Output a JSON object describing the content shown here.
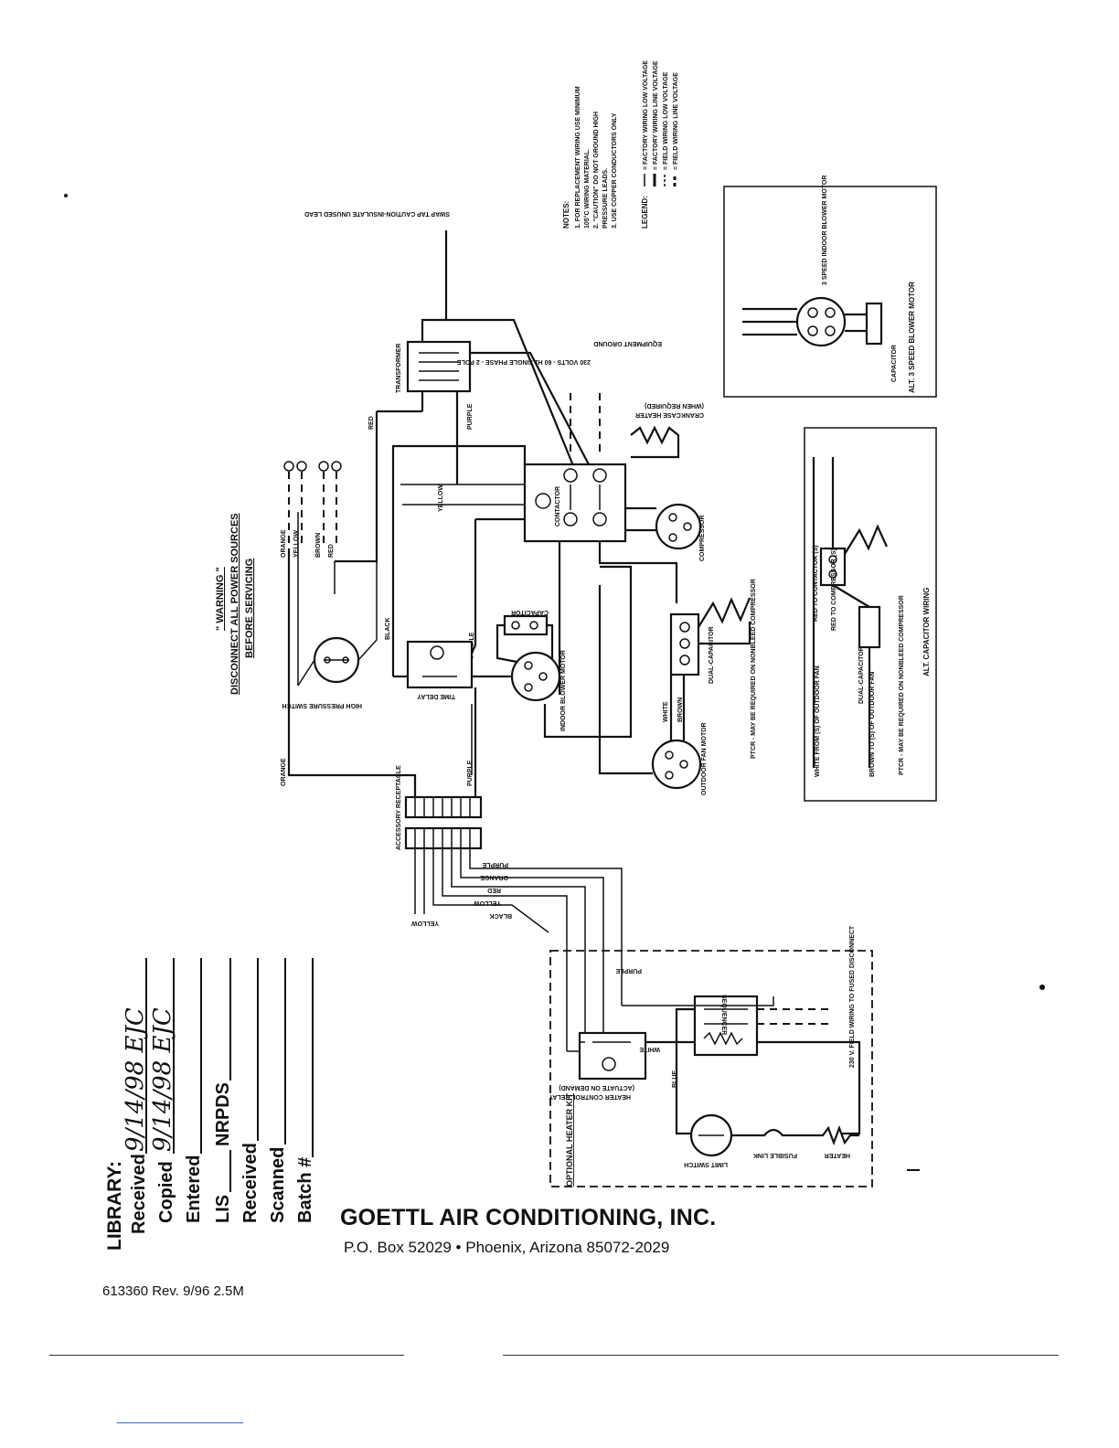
{
  "components": {
    "transformer": "TRANSFORMER",
    "contactor": "CONTACTOR",
    "compressor": "COMPRESSOR",
    "indoor_blower_motor": "INDOOR BLOWER MOTOR",
    "outdoor_fan_motor": "OUTDOOR FAN MOTOR",
    "time_delay": "TIME DELAY",
    "high_pressure_switch": "HIGH PRESSURE SWITCH",
    "capacitor": "CAPACITOR",
    "dual_capacitor": "DUAL-CAPACITOR",
    "accessory_receptacle": "ACCESSORY RECEPTACLE",
    "crankcase_heater": "CRANKCASE HEATER",
    "crankcase_heater_note": "(WHEN REQUIRED)",
    "power_supply": "230 VOLTS - 60 Hz SINGLE PHASE - 2 POLE",
    "ground": "EQUIPMENT GROUND",
    "cap_lead": "SWAP TAP CAUTION-INSULATE UNUSED LEAD",
    "heater_kit": "OPTIONAL HEATER KIT",
    "heater_control_relay": "HEATER CONTROL RELAY",
    "heater_relay_note": "(ACTUATE ON DEMAND)",
    "sequencer": "SEQUENCER",
    "field_wiring": "230 V. FIELD WIRING TO FUSED DISCONNECT",
    "heater": "HEATER",
    "fusible_link": "FUSIBLE LINK",
    "limit_switch": "LIMIT SWITCH",
    "blower_motor_3speed": "3 SPEED INDOOR BLOWER MOTOR",
    "alt_blower": "ALT. 3 SPEED BLOWER MOTOR",
    "alt_cap_wiring": "ALT. CAPACITOR WIRING",
    "ptc_note": "PTCR - MAY BE REQUIRED ON NONBLEED COMPRESSOR",
    "ptc_note_alt": "PTCR - MAY BE REQUIRED ON NONBLEED COMPRESSOR",
    "red_to_contactor": "RED TO CONTACTOR (S)",
    "red_to_compressor": "RED TO COMPRESSOR (S)",
    "white_from_outdoor": "WHITE FROM (S) OF OUTDOOR FAN",
    "brown_to_outdoor": "BROWN TO (S) OF OUTDOOR FAN"
  },
  "wire_colors": {
    "red": "RED",
    "black": "BLACK",
    "purple": "PURPLE",
    "yellow": "YELLOW",
    "brown": "BROWN",
    "orange": "ORANGE",
    "white": "WHITE",
    "blue": "BLUE"
  },
  "warning": {
    "title": "\" WARNING \"",
    "line1": "DISCONNECT ALL POWER SOURCES",
    "line2": "BEFORE SERVICING"
  },
  "notes": {
    "heading": "NOTES:",
    "n1": "1. FOR REPLACEMENT WIRING USE MINIMUM",
    "n1b": "105°C WIRING MATERIAL.",
    "n2": "2. \"CAUTION\" DO NOT GROUND HIGH",
    "n2b": "PRESSURE LEADS.",
    "n3": "3. USE COPPER CONDUCTORS ONLY",
    "legend_heading": "LEGEND:",
    "l1": "= FACTORY WIRING LOW VOLTAGE",
    "l2": "= FACTORY WIRING LINE VOLTAGE",
    "l3": "= FIELD WIRING LOW VOLTAGE",
    "l4": "= FIELD WIRING LINE VOLTAGE"
  },
  "library_stamp": {
    "library": "LIBRARY:",
    "received": "Received",
    "copied": "Copied",
    "entered": "Entered",
    "lis": "LIS",
    "nrpds": "NRPDS",
    "received2": "Received",
    "scanned": "Scanned",
    "batch": "Batch #",
    "received_hand": "9/14/98 EJC",
    "copied_hand": "9/14/98 EJC"
  },
  "company": {
    "name": "GOETTL AIR CONDITIONING, INC.",
    "address": "P.O. Box 52029  •  Phoenix, Arizona 85072-2029"
  },
  "form_number": "613360 Rev. 9/96 2.5M"
}
